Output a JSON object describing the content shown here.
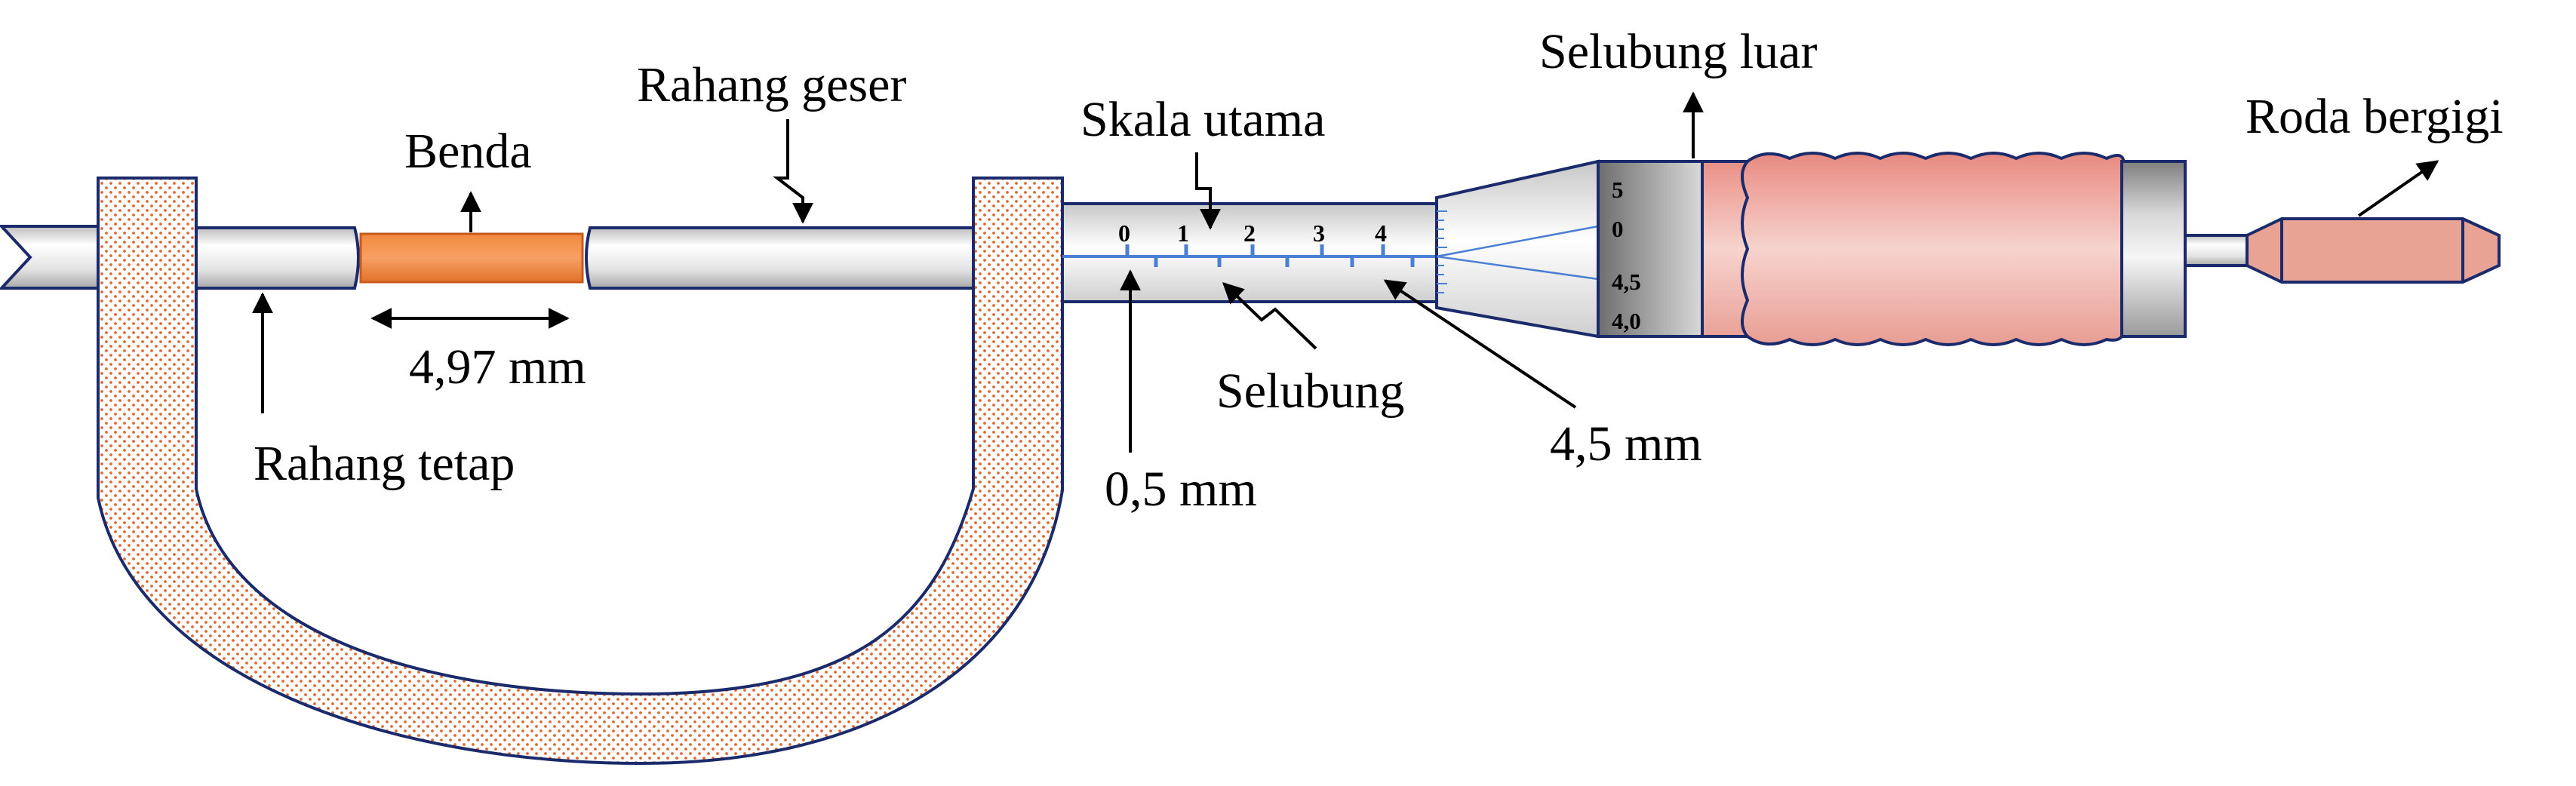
{
  "labels": {
    "benda": "Benda",
    "rahang_geser": "Rahang geser",
    "skala_utama": "Skala utama",
    "selubung_luar": "Selubung luar",
    "roda_bergigi": "Roda bergigi",
    "rahang_tetap": "Rahang tetap",
    "selubung": "Selubung"
  },
  "measurements": {
    "object_width": "4,97 mm",
    "main_reading": "0,5 mm",
    "thimble_reading": "4,5 mm"
  },
  "main_scale_numbers": [
    "0",
    "1",
    "2",
    "3",
    "4"
  ],
  "thimble_scale_numbers": [
    "5",
    "0",
    "4,5",
    "4,0"
  ],
  "colors": {
    "outline": "#1b2a6b",
    "frame_dots": "#e06a30",
    "object": "#ef7f32",
    "scale_line": "#4a7fd4",
    "grip": "#f0aaa0",
    "ratchet": "#e9a395",
    "metal_light": "#f2f2f2",
    "metal_dark": "#8a8a8a"
  }
}
